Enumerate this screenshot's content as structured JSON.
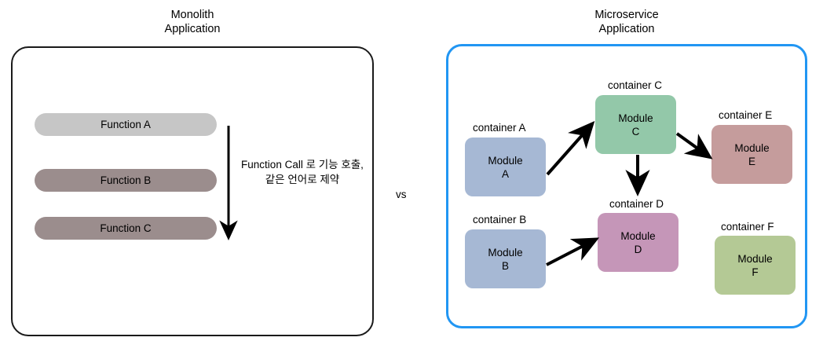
{
  "diagram": {
    "left_panel": {
      "title": "Monolith\nApplication",
      "functions": [
        {
          "label": "Function A",
          "color": "#c6c6c6"
        },
        {
          "label": "Function B",
          "color": "#9b8d8d"
        },
        {
          "label": "Function C",
          "color": "#9b8d8d"
        }
      ],
      "annotation": "Function Call 로 기능 호출,\n같은 언어로 제약",
      "border_color": "#1a1a1a"
    },
    "separator": {
      "label": "vs"
    },
    "right_panel": {
      "title": "Microservice\nApplication",
      "border_color": "#2196f3",
      "containers": [
        {
          "container_label": "container A",
          "module_line1": "Module",
          "module_line2": "A",
          "color": "#a6b8d4"
        },
        {
          "container_label": "container B",
          "module_line1": "Module",
          "module_line2": "B",
          "color": "#a6b8d4"
        },
        {
          "container_label": "container C",
          "module_line1": "Module",
          "module_line2": "C",
          "color": "#93c8a9"
        },
        {
          "container_label": "container D",
          "module_line1": "Module",
          "module_line2": "D",
          "color": "#c596b8"
        },
        {
          "container_label": "container E",
          "module_line1": "Module",
          "module_line2": "E",
          "color": "#c59c9c"
        },
        {
          "container_label": "container F",
          "module_line1": "Module",
          "module_line2": "F",
          "color": "#b4c995"
        }
      ],
      "connections": [
        {
          "from": "Module A",
          "to": "Module C"
        },
        {
          "from": "Module C",
          "to": "Module E"
        },
        {
          "from": "Module C",
          "to": "Module D"
        },
        {
          "from": "Module B",
          "to": "Module D"
        }
      ]
    }
  }
}
